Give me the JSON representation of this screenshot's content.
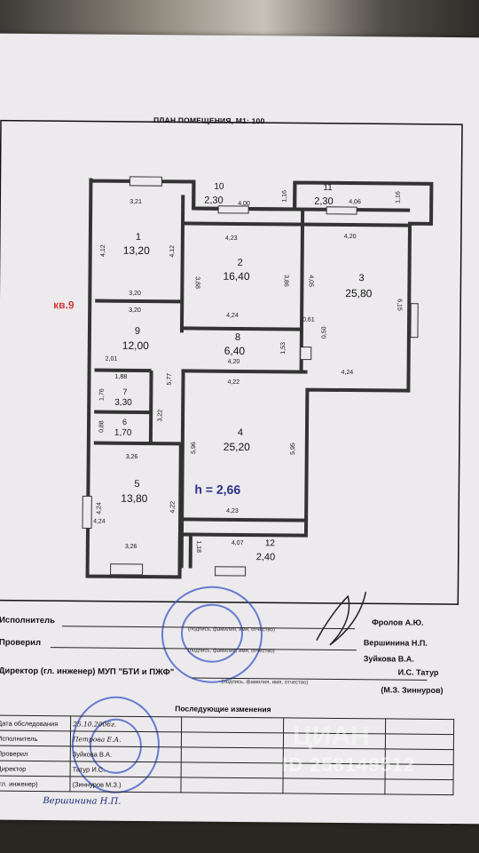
{
  "title": "ПЛАН ПОМЕЩЕНИЯ, М1: 100",
  "apartment_label": "кв.9",
  "ceiling_height": "h = 2,66",
  "rooms": [
    {
      "num": "1",
      "area": "13,20"
    },
    {
      "num": "2",
      "area": "16,40"
    },
    {
      "num": "3",
      "area": "25,80"
    },
    {
      "num": "4",
      "area": "25,20"
    },
    {
      "num": "5",
      "area": "13,80"
    },
    {
      "num": "6",
      "area": "1,70"
    },
    {
      "num": "7",
      "area": "3,30"
    },
    {
      "num": "8",
      "area": "6,40"
    },
    {
      "num": "9",
      "area": "12,00"
    },
    {
      "num": "10",
      "area": "2,30"
    },
    {
      "num": "11",
      "area": "2,30"
    },
    {
      "num": "12",
      "area": "2,40"
    }
  ],
  "dims": [
    "3,21",
    "4,12",
    "4,12",
    "3,20",
    "3,20",
    "4,00",
    "1,16",
    "4,06",
    "1,16",
    "4,23",
    "4,20",
    "3,88",
    "3,86",
    "4,05",
    "6,15",
    "4,24",
    "0,61",
    "0,50",
    "4,24",
    "1,53",
    "2,01",
    "5,77",
    "1,88",
    "1,76",
    "3,22",
    "0,88",
    "4,20",
    "4,22",
    "4,24",
    "3,26",
    "5,96",
    "5,95",
    "4,24",
    "4,22",
    "3,26",
    "4,23",
    "1,18",
    "4,07"
  ],
  "form": {
    "executor_label": "Исполнитель",
    "executor_hint": "(подпись, фамилия, имя, отчество)",
    "executor_name": "Фролов А.Ю.",
    "checked_label": "Проверил",
    "checked_hint": "(подпись, фамилия, имя, отчество)",
    "checked_name1": "Вершинина Н.П.",
    "checked_name2": "Зуйкова В.А.",
    "director_label": "Директор  (гл. инженер) МУП \"БТИ и ПЖФ\"",
    "director_hint": "(подпись, фамилия, имя, отчество)",
    "director_name": "И.С. Татур",
    "director_name2": "(М.З. Зиннуров)"
  },
  "changes": {
    "heading": "Последующие изменения",
    "rows": [
      {
        "label": "Дата обследования",
        "value": "25.10.2006г."
      },
      {
        "label": "Исполнитель",
        "value": "Петрова Е.А."
      },
      {
        "label": "Проверил",
        "value": "Зуйкова В.А."
      },
      {
        "label": "Директор",
        "value": "Татур И.С."
      },
      {
        "label": "(гл. инженер)",
        "value": "(Зиннуров М.З.)"
      }
    ],
    "signature": "Вершинина Н.П."
  },
  "watermark": {
    "brand": "ЦИАН",
    "id": "ID 258149512"
  }
}
